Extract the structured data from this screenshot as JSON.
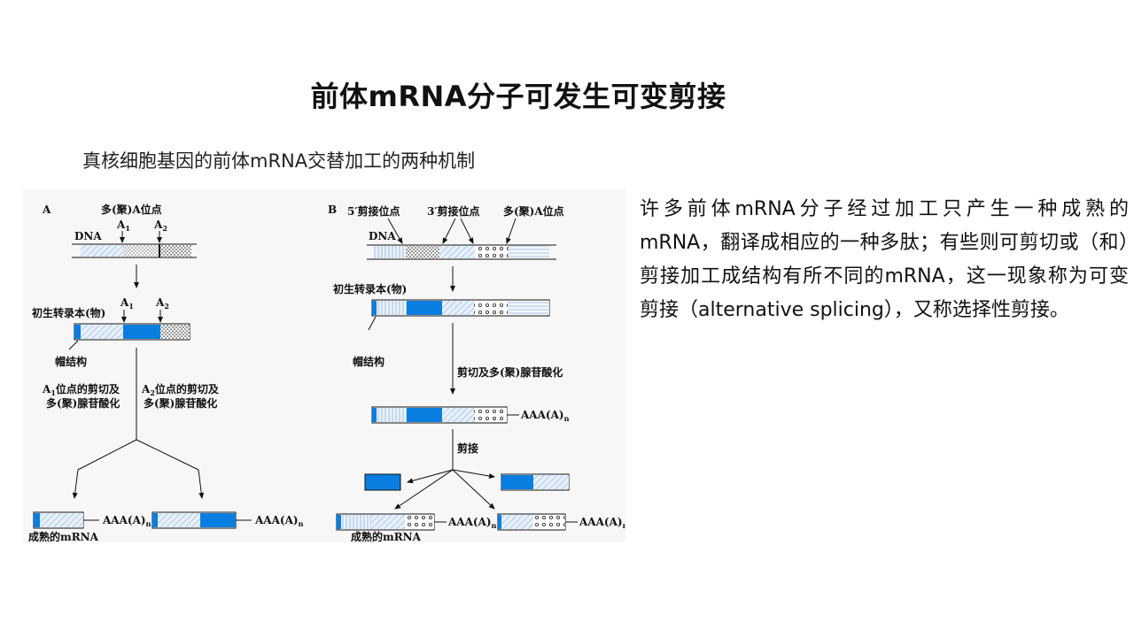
{
  "title": "前体mRNA分子可发生可变剪接",
  "subtitle": "真核细胞基因的前体mRNA交替加工的两种机制",
  "description": "许多前体mRNA分子经过加工只产生一种成熟的mRNA，翻译成相应的一种多肽；有些则可剪切或（和）剪接加工成结构有所不同的mRNA，这一现象称为可变剪接（alternative splicing），又称选择性剪接。",
  "figure": {
    "panelA": {
      "label": "A",
      "polyA_site": "多(聚)A位点",
      "dna": "DNA",
      "a1": "A",
      "a2": "A",
      "sub1": "1",
      "sub2": "2",
      "primary_transcript": "初生转录本(物)",
      "cap": "帽结构",
      "left_path_l1": "位点的剪切及",
      "left_path_l2": "多(聚)腺苷酸化",
      "right_path_l1": "位点的剪切及",
      "right_path_l2": "多(聚)腺苷酸化",
      "tail": "AAA(A)",
      "tail_sub": "n",
      "mature": "成熟的mRNA"
    },
    "panelB": {
      "label": "B",
      "site5": "5′剪接位点",
      "site3": "3′剪接位点",
      "polyA_site": "多(聚)A位点",
      "dna": "DNA",
      "primary_transcript": "初生转录本(物)",
      "cap": "帽结构",
      "cleave": "剪切及多(聚)腺苷酸化",
      "tail": "AAA(A)",
      "tail_sub": "n",
      "splice": "剪接",
      "mature": "成熟的mRNA"
    }
  },
  "colors": {
    "exon": "#0a7ee0",
    "line": "#111111"
  }
}
